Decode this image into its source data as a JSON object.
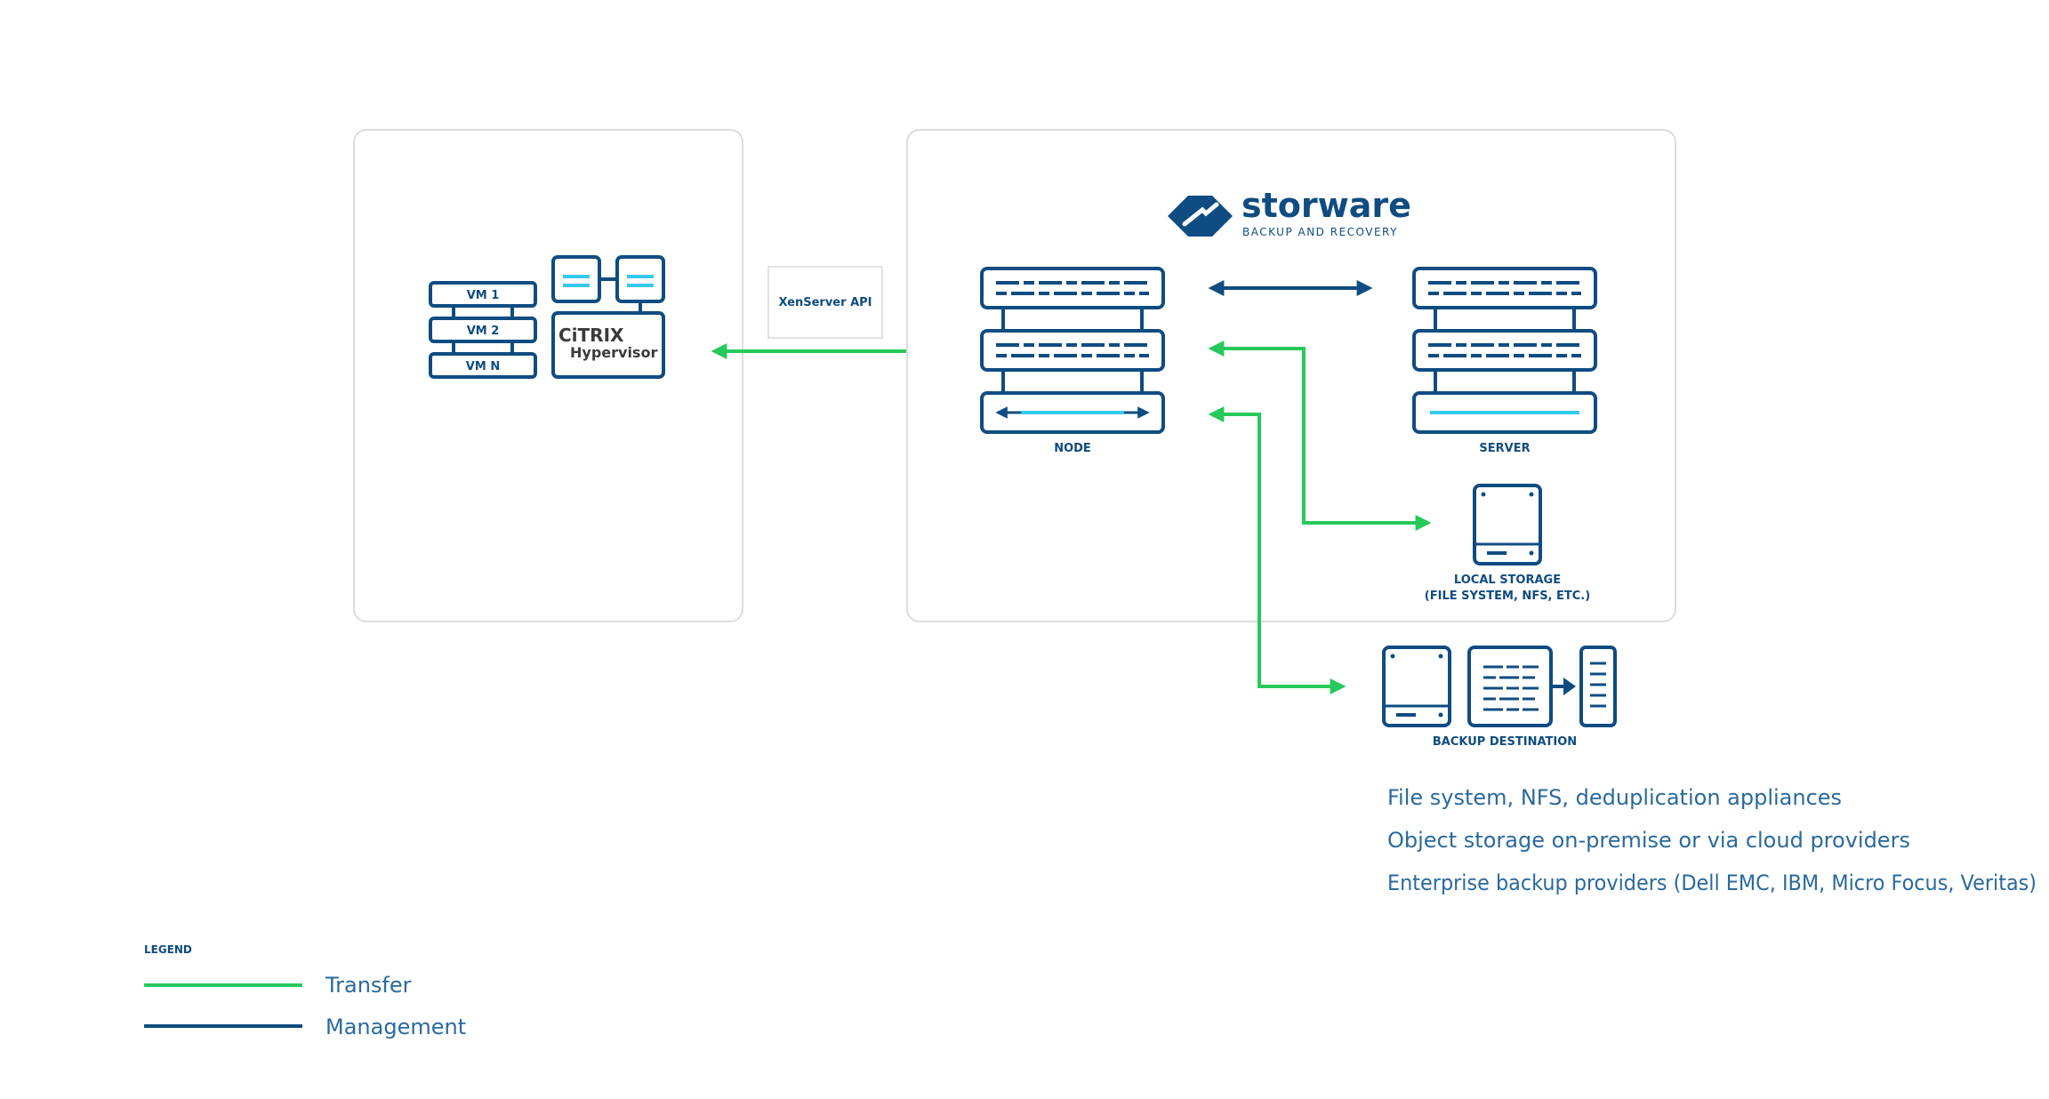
{
  "colors": {
    "dark_blue": "#0f4c81",
    "green": "#27c95a",
    "light_cyan": "#35c9ec",
    "frame_border": "#dcdcdc",
    "desc_text": "#2a6a9c"
  },
  "hypervisor_panel": {
    "vm_labels": [
      "VM 1",
      "VM 2",
      "VM N"
    ],
    "logo_line1": "CiTRIX",
    "logo_line2": "Hypervisor"
  },
  "api_box": {
    "label": "XenServer API"
  },
  "brand": {
    "name": "storware",
    "tagline": "BACKUP AND RECOVERY"
  },
  "node": {
    "label": "NODE"
  },
  "server": {
    "label": "SERVER"
  },
  "local_storage": {
    "label_line1": "LOCAL STORAGE",
    "label_line2": "(FILE SYSTEM, NFS, ETC.)"
  },
  "backup_destination": {
    "label": "BACKUP DESTINATION",
    "descriptions": [
      "File system, NFS, deduplication appliances",
      "Object storage on-premise or via cloud providers",
      "Enterprise backup providers (Dell EMC, IBM, Micro Focus, Veritas)"
    ]
  },
  "legend": {
    "title": "LEGEND",
    "items": [
      {
        "label": "Transfer",
        "color": "#27c95a"
      },
      {
        "label": "Management",
        "color": "#0f4c81"
      }
    ]
  }
}
